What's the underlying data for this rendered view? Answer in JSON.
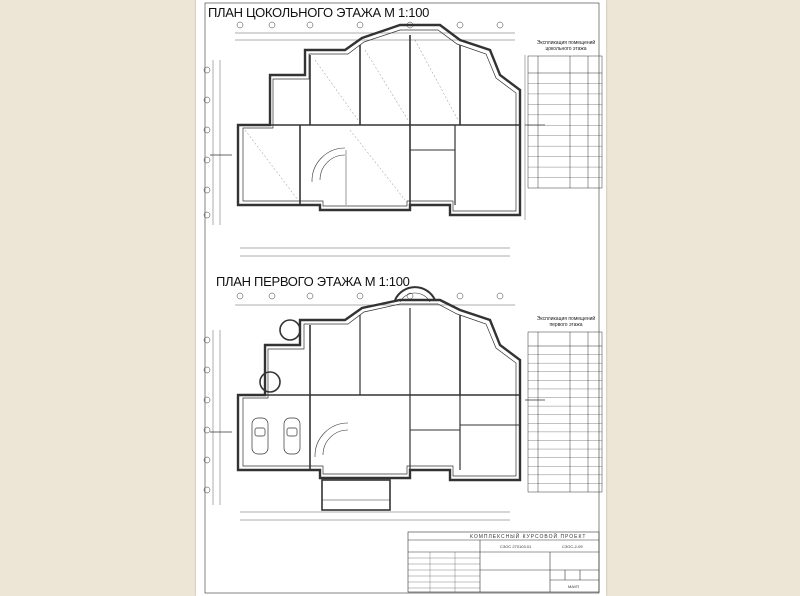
{
  "plans": {
    "basement": {
      "title": "ПЛАН ЦОКОЛЬНОГО ЭТАЖА М 1:100",
      "table_caption_1": "Экспликация помещений",
      "table_caption_2": "цокольного этажа",
      "rows": 11
    },
    "first": {
      "title": "ПЛАН ПЕРВОГО ЭТАЖА М 1:100",
      "table_caption_1": "Экспликация помещений",
      "table_caption_2": "первого этажа",
      "rows": 17
    }
  },
  "stamp": {
    "project": "КОМПЛЕКСНЫЙ КУРСОВОЙ ПРОЕКТ",
    "code1": "СЗОС 270103.01",
    "code2": "СЗОС-2-09",
    "school": "МАУП"
  },
  "colors": {
    "background": "#ede6d6",
    "sheet": "#ffffff",
    "line": "#333333"
  }
}
